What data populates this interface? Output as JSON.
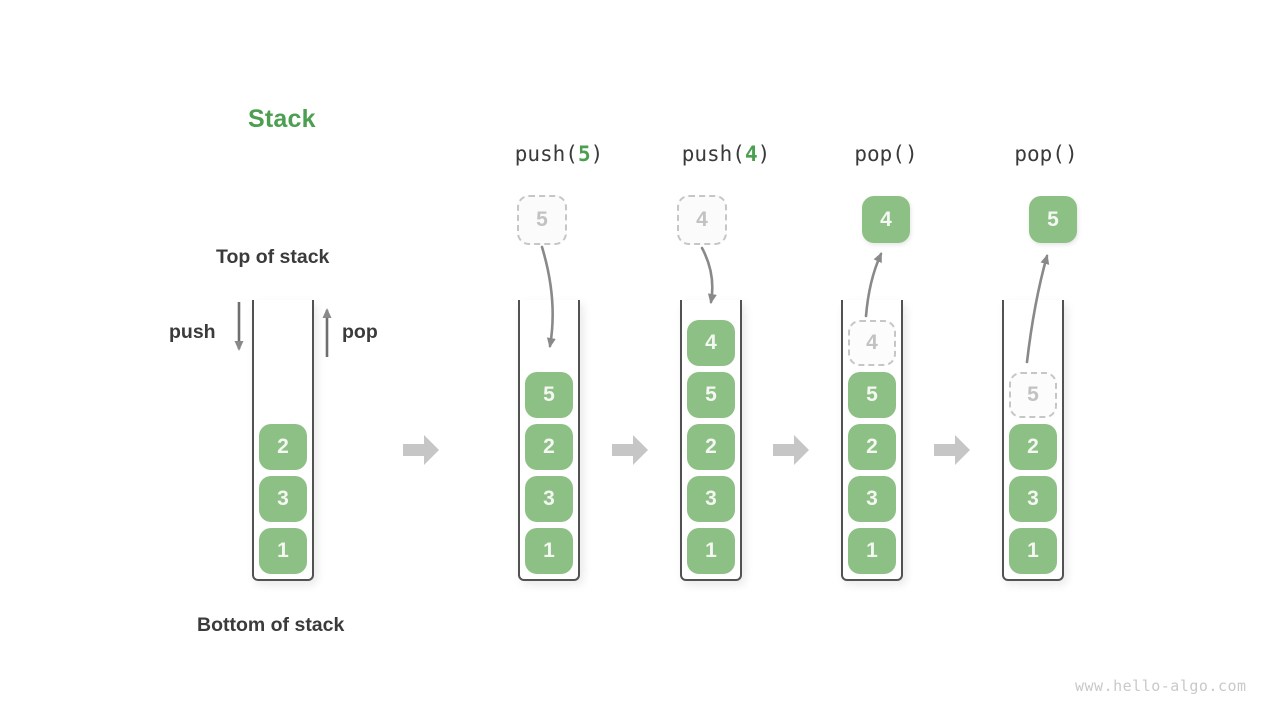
{
  "title": "Stack",
  "watermark": "www.hello-algo.com",
  "labels": {
    "top_of_stack": "Top of stack",
    "bottom_of_stack": "Bottom of stack",
    "push": "push",
    "pop": "pop"
  },
  "colors": {
    "accent_green": "#4C9F50",
    "box_green": "#8DC084",
    "text_dark": "#3B3B3B",
    "curve_arrow_gray": "#898989",
    "flow_arrow_gray": "#C6C6C6",
    "dashed_border_gray": "#C6C6C6",
    "container_wall": "#525252"
  },
  "operations": [
    {
      "prefix": "push(",
      "arg": "5",
      "suffix": ")"
    },
    {
      "prefix": "push(",
      "arg": "4",
      "suffix": ")"
    },
    {
      "prefix": "pop(",
      "arg": "",
      "suffix": ")"
    },
    {
      "prefix": "pop(",
      "arg": "",
      "suffix": ")"
    }
  ],
  "columns": [
    {
      "floating": null,
      "items": [
        {
          "value": "2",
          "variant": "solid"
        },
        {
          "value": "3",
          "variant": "solid"
        },
        {
          "value": "1",
          "variant": "solid"
        }
      ]
    },
    {
      "floating": {
        "value": "5",
        "variant": "dashed"
      },
      "items": [
        {
          "value": "5",
          "variant": "solid"
        },
        {
          "value": "2",
          "variant": "solid"
        },
        {
          "value": "3",
          "variant": "solid"
        },
        {
          "value": "1",
          "variant": "solid"
        }
      ]
    },
    {
      "floating": {
        "value": "4",
        "variant": "dashed"
      },
      "items": [
        {
          "value": "4",
          "variant": "solid"
        },
        {
          "value": "5",
          "variant": "solid"
        },
        {
          "value": "2",
          "variant": "solid"
        },
        {
          "value": "3",
          "variant": "solid"
        },
        {
          "value": "1",
          "variant": "solid"
        }
      ]
    },
    {
      "floating": {
        "value": "4",
        "variant": "solid"
      },
      "items": [
        {
          "value": "4",
          "variant": "dashed"
        },
        {
          "value": "5",
          "variant": "solid"
        },
        {
          "value": "2",
          "variant": "solid"
        },
        {
          "value": "3",
          "variant": "solid"
        },
        {
          "value": "1",
          "variant": "solid"
        }
      ]
    },
    {
      "floating": {
        "value": "5",
        "variant": "solid"
      },
      "items": [
        {
          "value": "5",
          "variant": "dashed"
        },
        {
          "value": "2",
          "variant": "solid"
        },
        {
          "value": "3",
          "variant": "solid"
        },
        {
          "value": "1",
          "variant": "solid"
        }
      ]
    }
  ]
}
